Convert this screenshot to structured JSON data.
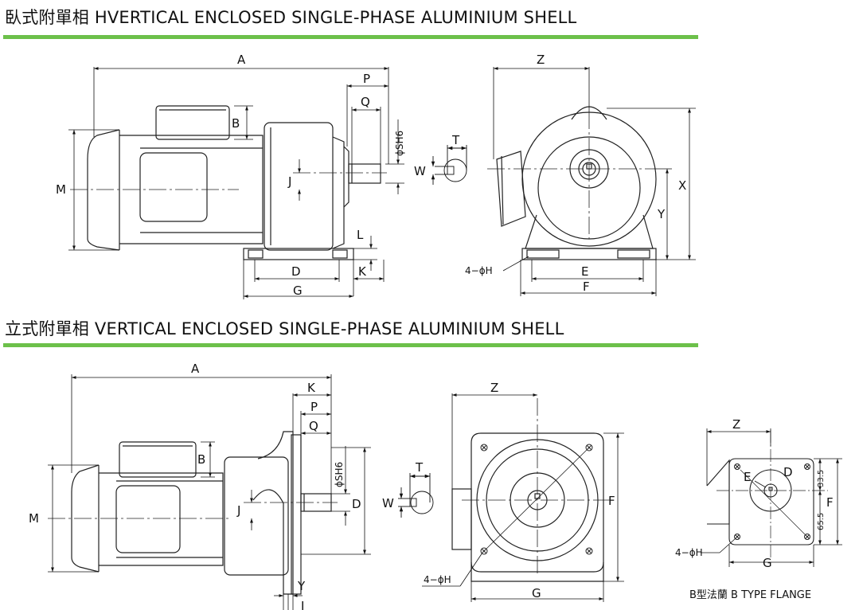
{
  "sections": [
    {
      "title": "臥式附單相  HVERTICAL  ENCLOSED  SINGLE-PHASE ALUMINIUM SHELL"
    },
    {
      "title": "立式附單相 VERTICAL ENCLOSED SINGLE-PHASE ALUMINIUM SHELL"
    }
  ],
  "accent_color": "#6cc04a",
  "labels": {
    "A": "A",
    "B": "B",
    "D": "D",
    "E": "E",
    "F": "F",
    "G": "G",
    "J": "J",
    "K": "K",
    "L": "L",
    "M": "M",
    "P": "P",
    "Q": "Q",
    "T": "T",
    "W": "W",
    "X": "X",
    "Y": "Y",
    "Z": "Z",
    "I": "I",
    "SH6": "ϕSH6",
    "hole": "4−ϕH",
    "dim_33_5": "33.5",
    "dim_65_5": "65.5"
  },
  "caption": "B型法蘭 B TYPE FLANGE"
}
